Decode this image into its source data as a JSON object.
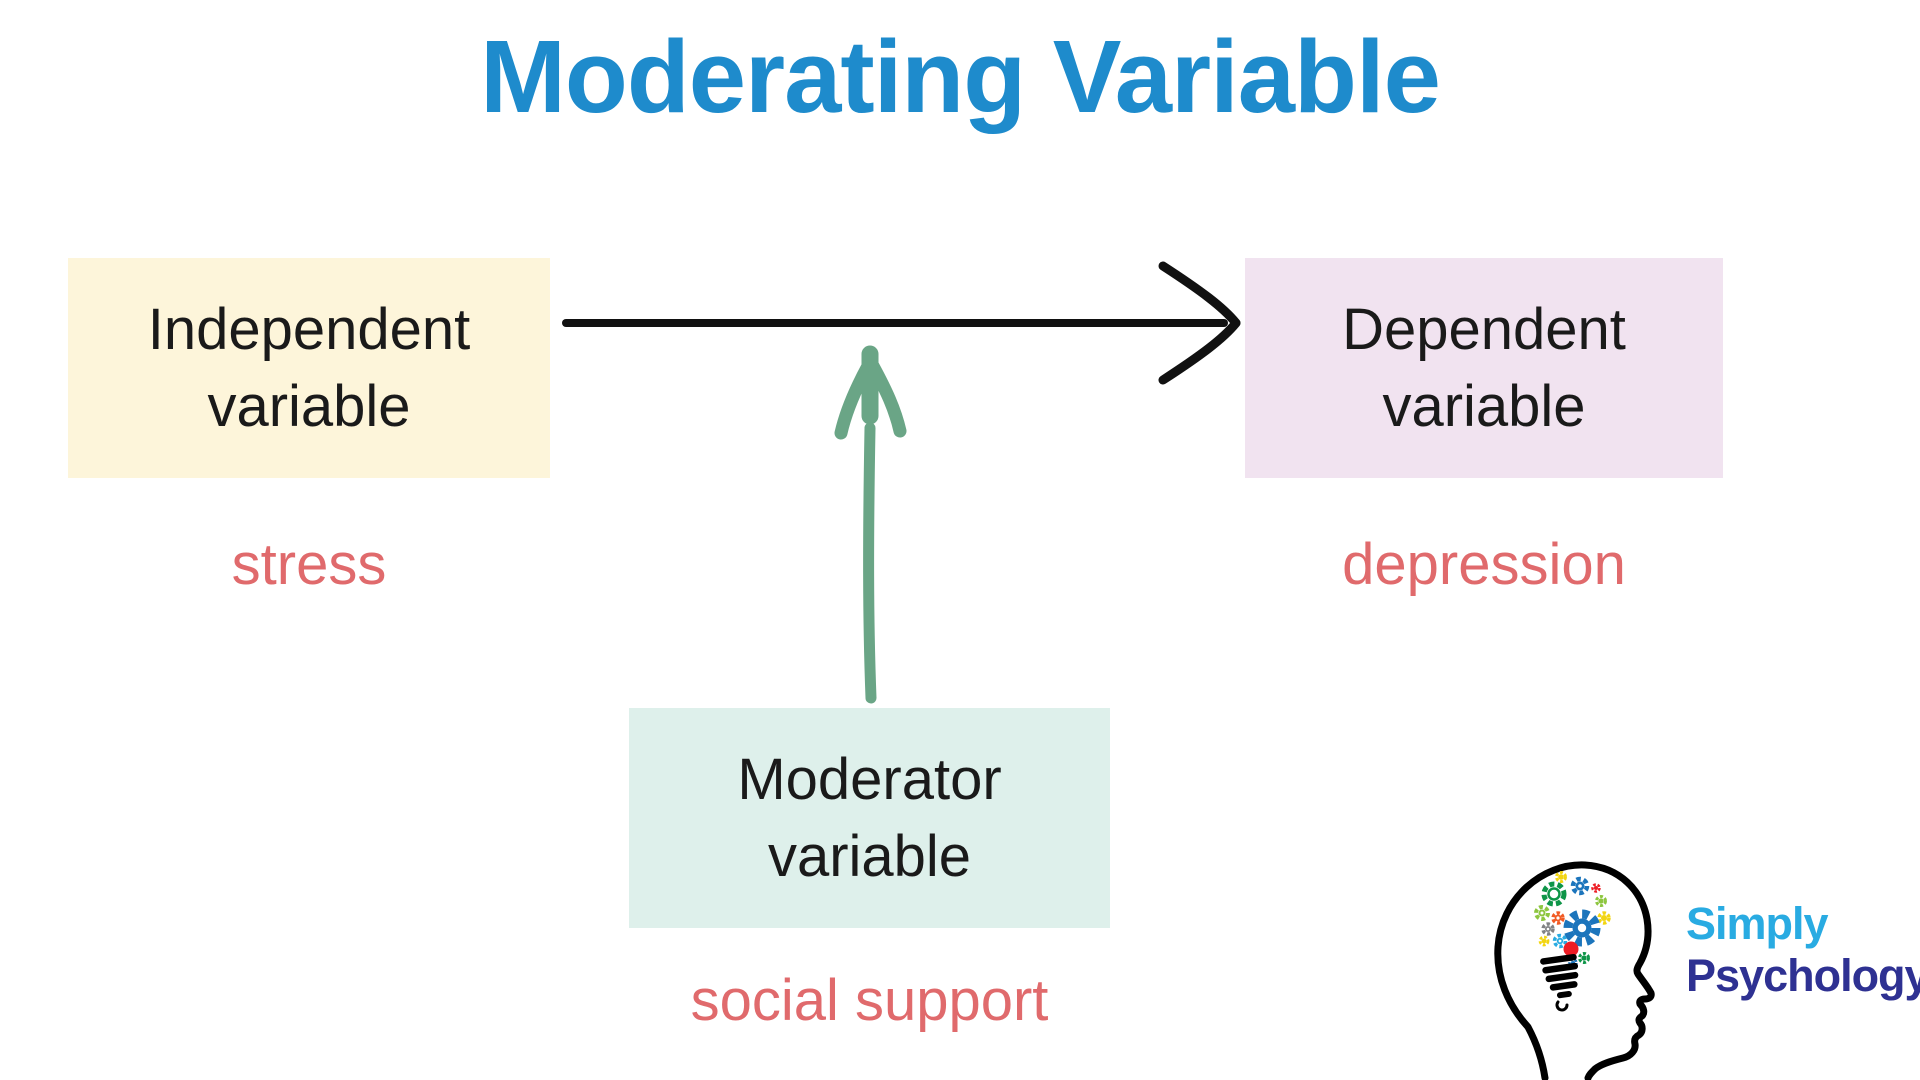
{
  "title": {
    "text": "Moderating Variable",
    "color": "#1e8bcc"
  },
  "diagram": {
    "boxes": {
      "independent": {
        "label": "Independent variable",
        "example": "stress",
        "bg": "#fdf5da"
      },
      "dependent": {
        "label": "Dependent variable",
        "example": "depression",
        "bg": "#f1e3f0"
      },
      "moderator": {
        "label": "Moderator variable",
        "example": "social support",
        "bg": "#def0eb"
      }
    },
    "example_color": "#e06a6c",
    "arrows": {
      "main_color": "#111111",
      "moderator_color": "#6aa586"
    }
  },
  "logo": {
    "name": "Simply Psychology",
    "line1": "Simply",
    "line2": "Psychology",
    "line1_color": "#29abe2",
    "line2_color": "#2e3192",
    "head_outline_color": "#000000",
    "gear_colors": {
      "blue": "#1c75bc",
      "sky": "#29abe2",
      "green": "#0e9548",
      "light_green": "#8dc63f",
      "red": "#ed1c24",
      "orange": "#f15a24",
      "yellow": "#f2d511",
      "gray": "#808285"
    }
  }
}
